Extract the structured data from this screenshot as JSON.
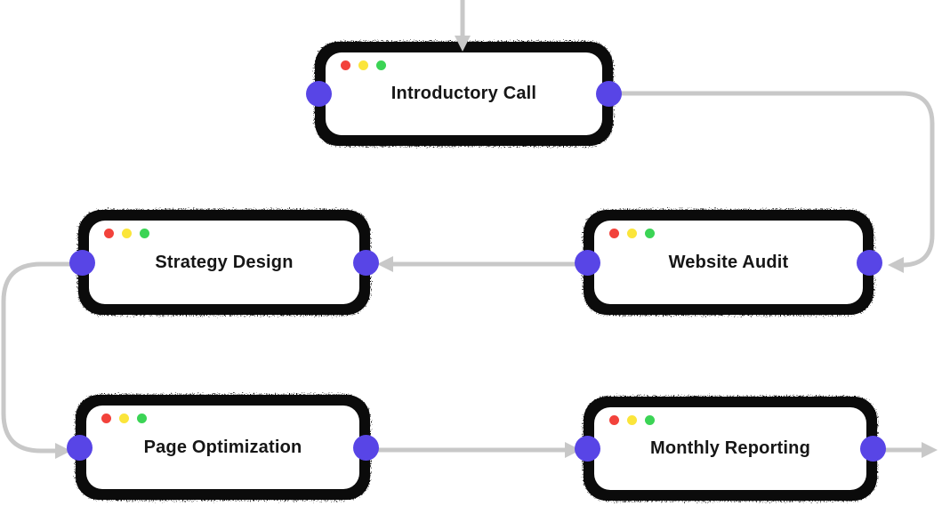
{
  "diagram": {
    "background_color": "#ffffff",
    "node_style": {
      "card_color": "#ffffff",
      "scribble_border_color": "#0b0b0b",
      "handle_color": "#5845e6",
      "title_color": "#161616",
      "window_dots": [
        {
          "name": "red-dot",
          "color": "#f2423b"
        },
        {
          "name": "yellow-dot",
          "color": "#fbe53a"
        },
        {
          "name": "green-dot",
          "color": "#3bd455"
        }
      ]
    },
    "edge_style": {
      "color": "#c8c8c8",
      "arrowhead": "triangle"
    },
    "nodes": [
      {
        "id": "introductory-call",
        "label": "Introductory Call"
      },
      {
        "id": "website-audit",
        "label": "Website Audit"
      },
      {
        "id": "strategy-design",
        "label": "Strategy Design"
      },
      {
        "id": "page-optimization",
        "label": "Page Optimization"
      },
      {
        "id": "monthly-reporting",
        "label": "Monthly Reporting"
      }
    ],
    "edges": [
      {
        "id": "edge-entry",
        "from": "offscreen-top",
        "to": "introductory-call.top"
      },
      {
        "id": "edge-ic-wa",
        "from": "introductory-call.right",
        "to": "website-audit.right"
      },
      {
        "id": "edge-wa-sd",
        "from": "website-audit.left",
        "to": "strategy-design.right"
      },
      {
        "id": "edge-sd-po",
        "from": "strategy-design.left",
        "to": "page-optimization.left"
      },
      {
        "id": "edge-po-mr",
        "from": "page-optimization.right",
        "to": "monthly-reporting.left"
      },
      {
        "id": "edge-mr-out",
        "from": "monthly-reporting.right",
        "to": "offscreen-right"
      }
    ]
  }
}
